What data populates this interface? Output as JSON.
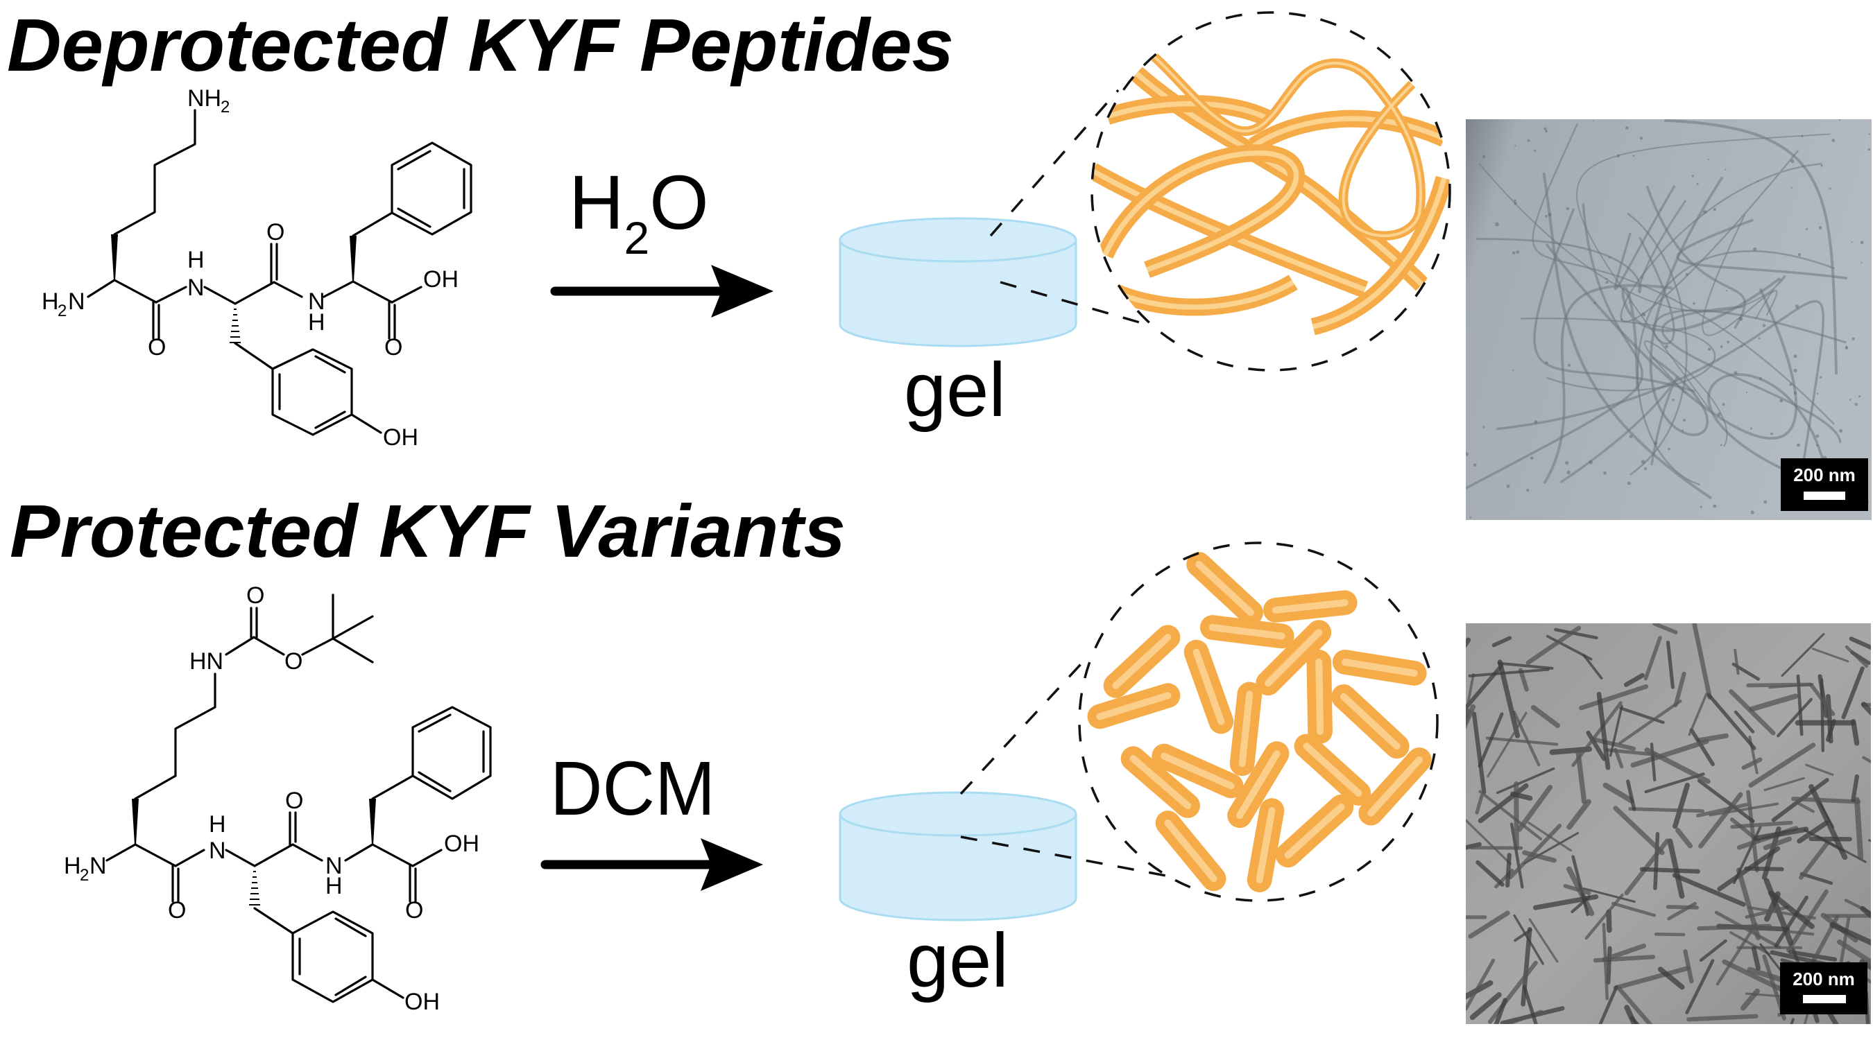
{
  "figure": {
    "sections": [
      {
        "title": "Deprotected KYF Peptides",
        "solvent": {
          "main": "H",
          "subscript": "2",
          "tail": "O"
        },
        "product_label": "gel",
        "nanostructure": "entangled long fibers",
        "tem_scale_bar": "200 nm"
      },
      {
        "title": "Protected KYF Variants",
        "solvent": {
          "main": "DCM"
        },
        "product_label": "gel",
        "nanostructure": "short rods",
        "tem_scale_bar": "200 nm"
      }
    ],
    "molecule_top": {
      "labels": {
        "nh2_top": "NH",
        "nh2_top_sub": "2",
        "h2n_h": "H",
        "h2n_sub": "2",
        "h2n_n": "N",
        "o1": "O",
        "n1": "N",
        "h1": "H",
        "o2": "O",
        "n2": "N",
        "h2": "H",
        "cooh_oh": "OH",
        "o3": "O",
        "tyr_oh": "OH"
      }
    },
    "molecule_bottom": {
      "labels": {
        "boc_o_carbonyl": "O",
        "boc_hn": "HN",
        "boc_o_ester": "O",
        "h2n_h": "H",
        "h2n_sub": "2",
        "h2n_n": "N",
        "o1": "O",
        "n1": "N",
        "h1": "H",
        "o2": "O",
        "n2": "N",
        "h2": "H",
        "cooh_oh": "OH",
        "o3": "O",
        "tyr_oh": "OH"
      }
    },
    "colors": {
      "fiber": "#f5ac48",
      "fiber_highlight": "#fdd89c",
      "gel_fill": "#d3ecf9",
      "gel_stroke": "#a9dcf3"
    }
  }
}
